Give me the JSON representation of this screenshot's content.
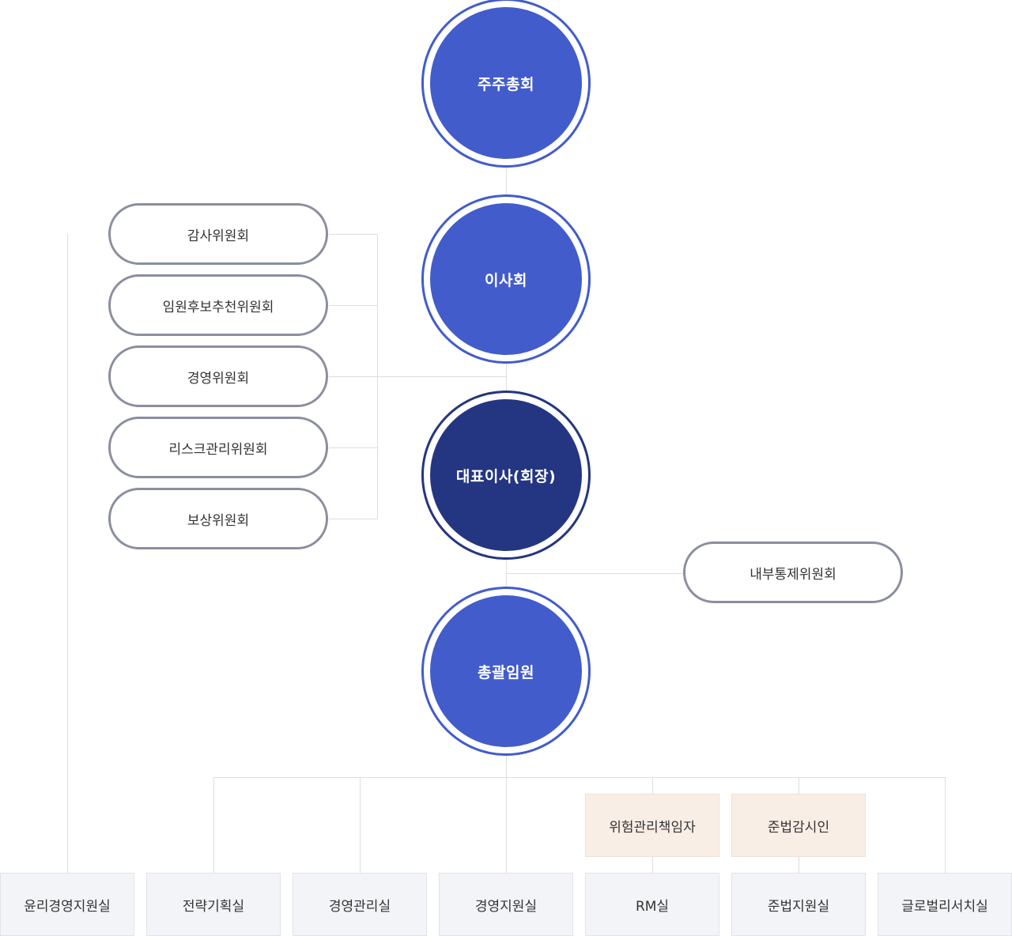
{
  "colors": {
    "circle_blue": "#425ccb",
    "circle_navy": "#243681",
    "pill_border": "#8a8e9e",
    "box_bg": "#f3f4f8",
    "tag_bg": "#f9eee6",
    "line": "#dddddd"
  },
  "nodes": {
    "shareholders": "주주총회",
    "board": "이사회",
    "ceo": "대표이사(회장)",
    "executives": "총괄임원"
  },
  "committees": [
    "감사위원회",
    "임원후보추천위원회",
    "경영위원회",
    "리스크관리위원회",
    "보상위원회"
  ],
  "internal_control": "내부통제위원회",
  "officers": {
    "risk_officer": "위험관리책임자",
    "compliance_officer": "준법감시인"
  },
  "departments": [
    "윤리경영지원실",
    "전략기획실",
    "경영관리실",
    "경영지원실",
    "RM실",
    "준법지원실",
    "글로벌리서치실"
  ]
}
